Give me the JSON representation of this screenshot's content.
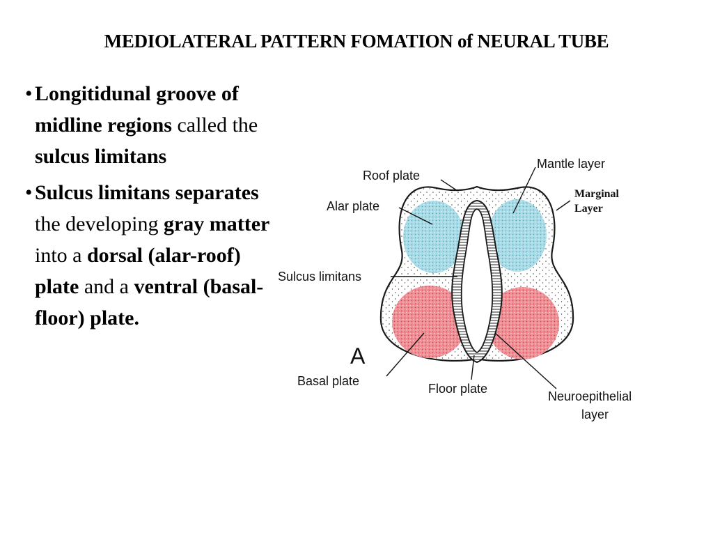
{
  "title": "MEDIOLATERAL PATTERN FOMATION of NEURAL TUBE",
  "bullets": [
    {
      "marker": "•",
      "segments": [
        {
          "text": "Longitidunal groove of midline regions",
          "bold": true
        },
        {
          "text": " called the ",
          "bold": false
        },
        {
          "text": "sulcus limitans",
          "bold": true
        }
      ]
    },
    {
      "marker": "•",
      "segments": [
        {
          "text": "Sulcus limitans separates",
          "bold": true
        },
        {
          "text": " the developing ",
          "bold": false
        },
        {
          "text": "gray matter",
          "bold": true
        },
        {
          "text": " into a ",
          "bold": false
        },
        {
          "text": "dorsal (alar-roof) plate",
          "bold": true
        },
        {
          "text": " and a ",
          "bold": false
        },
        {
          "text": "ventral (basal-floor) plate.",
          "bold": true
        }
      ]
    }
  ],
  "diagram": {
    "labels": {
      "roof_plate": "Roof plate",
      "mantle_layer": "Mantle layer",
      "marginal_layer_1": "Marginal",
      "marginal_layer_2": "Layer",
      "alar_plate": "Alar plate",
      "sulcus_limitans": "Sulcus limitans",
      "panel_letter": "A",
      "basal_plate": "Basal plate",
      "floor_plate": "Floor plate",
      "neuroepithelial_1": "Neuroepithelial",
      "neuroepithelial_2": "layer"
    },
    "colors": {
      "alar": "#a9dbe6",
      "basal": "#ee8f95",
      "outline": "#1a1a1a",
      "background": "#ffffff"
    }
  }
}
